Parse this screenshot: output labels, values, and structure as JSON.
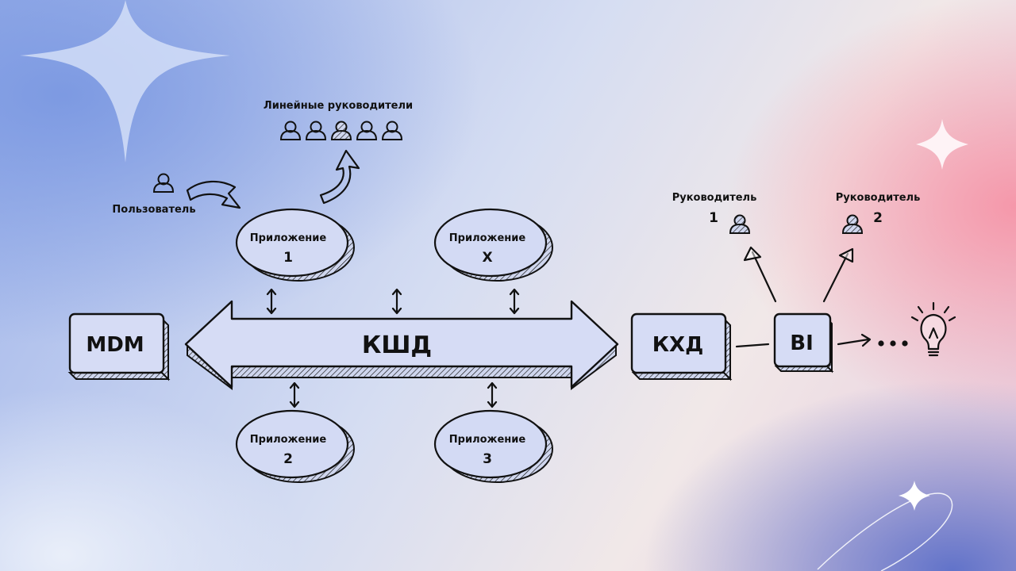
{
  "users": {
    "user_label": "Пользователь",
    "line_managers_label": "Линейные руководители"
  },
  "apps": {
    "app1": {
      "title": "Приложение",
      "num": "1"
    },
    "appx": {
      "title": "Приложение",
      "num": "X"
    },
    "app2": {
      "title": "Приложение",
      "num": "2"
    },
    "app3": {
      "title": "Приложение",
      "num": "3"
    }
  },
  "boxes": {
    "mdm": "MDM",
    "kshd": "КШД",
    "khd": "КХД",
    "bi": "BI"
  },
  "managers": {
    "m1_label": "Руководитель",
    "m1_num": "1",
    "m2_label": "Руководитель",
    "m2_num": "2"
  },
  "colors": {
    "ink": "#111111",
    "box_fill": "#d6dcf5",
    "ellipse_fill": "#d3daf4"
  }
}
